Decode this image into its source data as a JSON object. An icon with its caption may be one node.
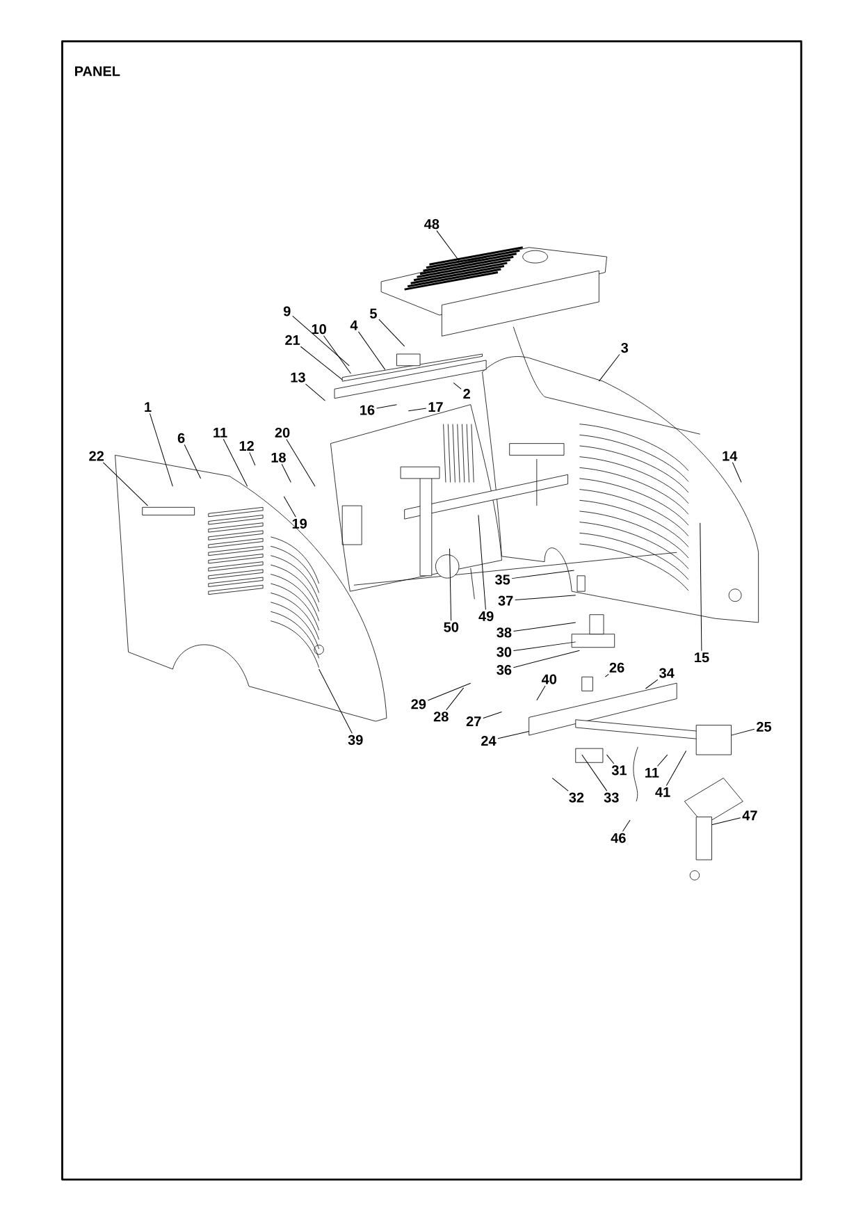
{
  "diagram": {
    "title": "PANEL",
    "nodes": [
      {
        "text": [
          "48"
        ]
      },
      {
        "text": [
          "9"
        ]
      },
      {
        "text": [
          "5"
        ]
      },
      {
        "text": [
          "10"
        ]
      },
      {
        "text": [
          "4"
        ]
      },
      {
        "text": [
          "21"
        ]
      },
      {
        "text": [
          "3"
        ]
      },
      {
        "text": [
          "13"
        ]
      },
      {
        "text": [
          "2"
        ]
      },
      {
        "text": [
          "16"
        ]
      },
      {
        "text": [
          "17"
        ]
      },
      {
        "text": [
          "1"
        ]
      },
      {
        "text": [
          "6"
        ]
      },
      {
        "text": [
          "11"
        ]
      },
      {
        "text": [
          "20"
        ]
      },
      {
        "text": [
          "12"
        ]
      },
      {
        "text": [
          "22"
        ]
      },
      {
        "text": [
          "18"
        ]
      },
      {
        "text": [
          "14"
        ]
      },
      {
        "text": [
          "19"
        ]
      },
      {
        "text": [
          "35"
        ]
      },
      {
        "text": [
          "37"
        ]
      },
      {
        "text": [
          "49"
        ]
      },
      {
        "text": [
          "50"
        ]
      },
      {
        "text": [
          "38"
        ]
      },
      {
        "text": [
          "30"
        ]
      },
      {
        "text": [
          "15"
        ]
      },
      {
        "text": [
          "36"
        ]
      },
      {
        "text": [
          "26"
        ]
      },
      {
        "text": [
          "34"
        ]
      },
      {
        "text": [
          "40"
        ]
      },
      {
        "text": [
          "29"
        ]
      },
      {
        "text": [
          "28"
        ]
      },
      {
        "text": [
          "27"
        ]
      },
      {
        "text": [
          "24"
        ]
      },
      {
        "text": [
          "25"
        ]
      },
      {
        "text": [
          "39"
        ]
      },
      {
        "text": [
          "31"
        ]
      },
      {
        "text": [
          "11"
        ]
      },
      {
        "text": [
          "41"
        ]
      },
      {
        "text": [
          "32"
        ]
      },
      {
        "text": [
          "33"
        ]
      },
      {
        "text": [
          "47"
        ]
      },
      {
        "text": [
          "46"
        ]
      }
    ],
    "edges": [
      {
        "from": 0,
        "to": null,
        "arrow": "none"
      },
      {
        "from": 1,
        "to": null,
        "arrow": "none"
      },
      {
        "from": 2,
        "to": null,
        "arrow": "none"
      },
      {
        "from": 3,
        "to": null,
        "arrow": "none"
      },
      {
        "from": 4,
        "to": null,
        "arrow": "none"
      },
      {
        "from": 5,
        "to": null,
        "arrow": "none"
      },
      {
        "from": 6,
        "to": null,
        "arrow": "none"
      },
      {
        "from": 7,
        "to": null,
        "arrow": "none"
      },
      {
        "from": 8,
        "to": null,
        "arrow": "none"
      },
      {
        "from": 9,
        "to": null,
        "arrow": "none"
      },
      {
        "from": 10,
        "to": null,
        "arrow": "none"
      },
      {
        "from": 11,
        "to": null,
        "arrow": "none"
      },
      {
        "from": 12,
        "to": null,
        "arrow": "none"
      },
      {
        "from": 13,
        "to": null,
        "arrow": "none"
      },
      {
        "from": 14,
        "to": null,
        "arrow": "none"
      },
      {
        "from": 15,
        "to": null,
        "arrow": "none"
      },
      {
        "from": 16,
        "to": null,
        "arrow": "none"
      },
      {
        "from": 17,
        "to": null,
        "arrow": "none"
      },
      {
        "from": 18,
        "to": null,
        "arrow": "none"
      },
      {
        "from": 19,
        "to": null,
        "arrow": "none"
      },
      {
        "from": 20,
        "to": null,
        "arrow": "none"
      },
      {
        "from": 21,
        "to": null,
        "arrow": "none"
      },
      {
        "from": 22,
        "to": null,
        "arrow": "none"
      },
      {
        "from": 23,
        "to": null,
        "arrow": "none"
      },
      {
        "from": 24,
        "to": null,
        "arrow": "none"
      },
      {
        "from": 25,
        "to": null,
        "arrow": "none"
      },
      {
        "from": 26,
        "to": null,
        "arrow": "none"
      },
      {
        "from": 27,
        "to": null,
        "arrow": "none"
      },
      {
        "from": 28,
        "to": null,
        "arrow": "none"
      },
      {
        "from": 29,
        "to": null,
        "arrow": "none"
      },
      {
        "from": 30,
        "to": null,
        "arrow": "none"
      },
      {
        "from": 31,
        "to": null,
        "arrow": "none"
      },
      {
        "from": 32,
        "to": null,
        "arrow": "none"
      },
      {
        "from": 33,
        "to": null,
        "arrow": "none"
      },
      {
        "from": 34,
        "to": null,
        "arrow": "none"
      },
      {
        "from": 35,
        "to": null,
        "arrow": "none"
      },
      {
        "from": 36,
        "to": null,
        "arrow": "none"
      },
      {
        "from": 37,
        "to": null,
        "arrow": "none"
      },
      {
        "from": 38,
        "to": null,
        "arrow": "none"
      },
      {
        "from": 39,
        "to": null,
        "arrow": "none"
      },
      {
        "from": 40,
        "to": null,
        "arrow": "none"
      },
      {
        "from": 41,
        "to": null,
        "arrow": "none"
      },
      {
        "from": 42,
        "to": null,
        "arrow": "none"
      },
      {
        "from": 43,
        "to": null,
        "arrow": "none"
      }
    ]
  }
}
